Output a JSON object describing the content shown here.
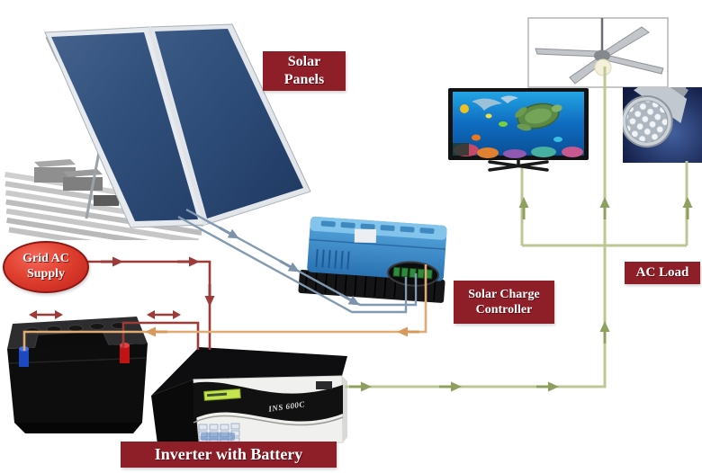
{
  "labels": {
    "solar_panels": [
      "Solar",
      "Panels"
    ],
    "grid_ac_supply": [
      "Grid AC",
      "Supply"
    ],
    "solar_charge_controller": [
      "Solar Charge",
      "Controller"
    ],
    "ac_load": "AC Load",
    "inverter_with_battery": "Inverter with Battery"
  },
  "inverter": {
    "model_text": "INS 600C"
  },
  "style": {
    "label_bg": "#8e1e28",
    "label_text": "#ffffff",
    "grid_oval_fill": "#d6372c"
  },
  "wires": {
    "pv_dc_color": "#8199b1",
    "grid_ac_color": "#9d3b38",
    "battery_dc_color": "#dfab72",
    "ac_output_color": "#bdc795",
    "ac_arrow_color": "#8fa05e"
  }
}
